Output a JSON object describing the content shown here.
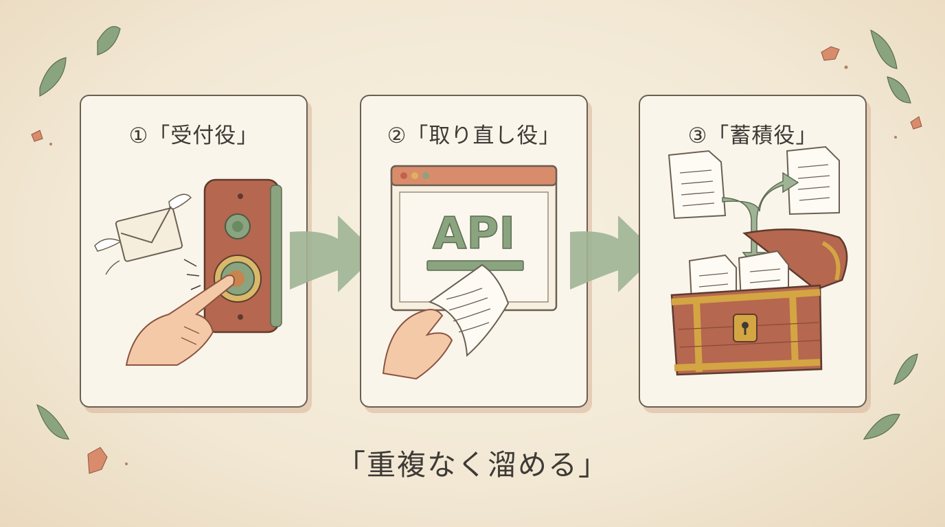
{
  "panels": [
    {
      "title": "①「受付役」",
      "icon": "doorbell-icon"
    },
    {
      "title": "②「取り直し役」",
      "icon": "api-window-icon",
      "api_label": "API"
    },
    {
      "title": "③「蓄積役」",
      "icon": "treasure-chest-icon"
    }
  ],
  "caption": "「重複なく溜める」",
  "colors": {
    "background": "#f3ead8",
    "panel": "#faf5ea",
    "border": "#6b5f52",
    "arrow_green": "#9fb494",
    "accent_red": "#c98668",
    "wood": "#b5674f",
    "gold": "#d4a543"
  }
}
